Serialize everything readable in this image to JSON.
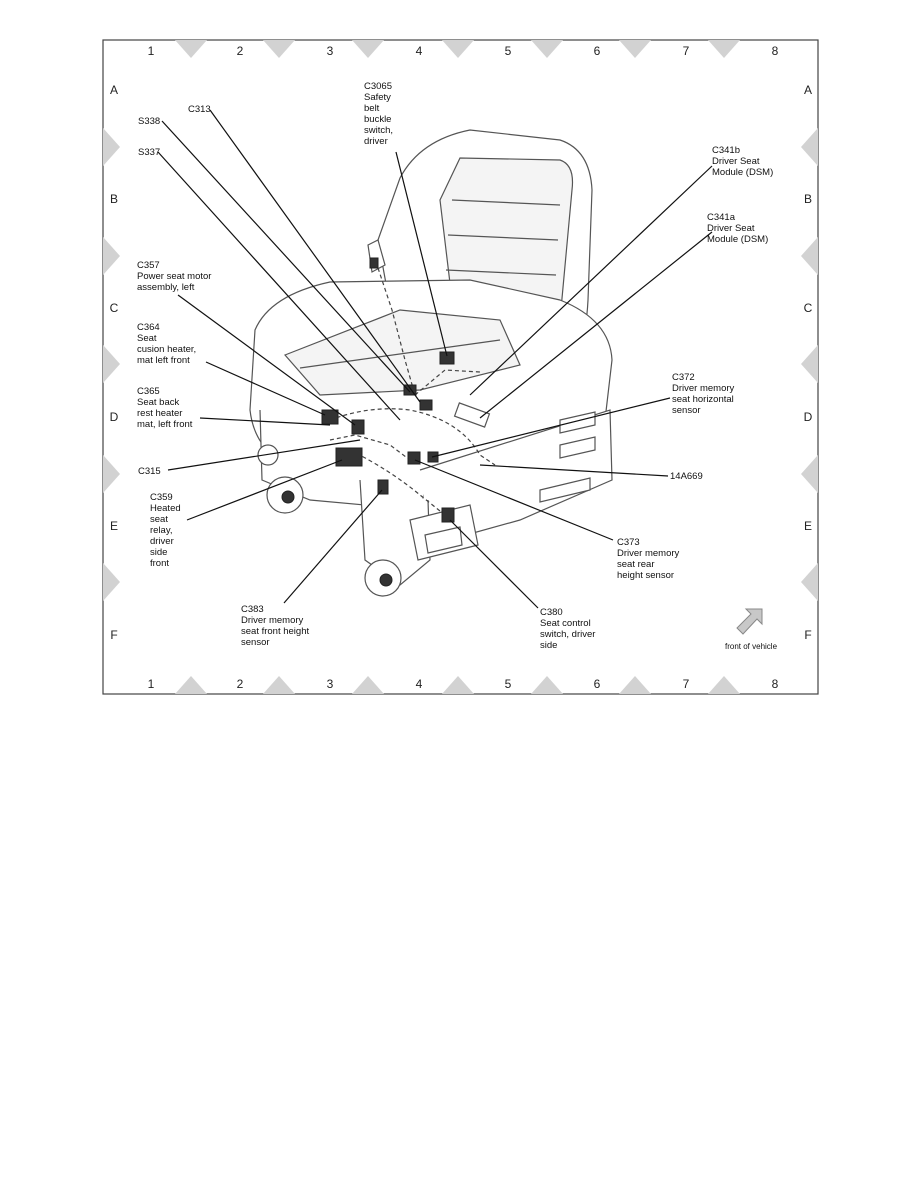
{
  "grid": {
    "columns": [
      "1",
      "2",
      "3",
      "4",
      "5",
      "6",
      "7",
      "8"
    ],
    "rows": [
      "A",
      "B",
      "C",
      "D",
      "E",
      "F"
    ]
  },
  "callouts": [
    {
      "id": "c3065",
      "lines": [
        "C3065",
        "Safety",
        "belt",
        "buckle",
        "switch,",
        "driver"
      ]
    },
    {
      "id": "c313",
      "lines": [
        "C313"
      ]
    },
    {
      "id": "s338",
      "lines": [
        "S338"
      ]
    },
    {
      "id": "s337",
      "lines": [
        "S337"
      ]
    },
    {
      "id": "c341b",
      "lines": [
        "C341b",
        "Driver Seat",
        "Module (DSM)"
      ]
    },
    {
      "id": "c341a",
      "lines": [
        "C341a",
        "Driver Seat",
        "Module (DSM)"
      ]
    },
    {
      "id": "c357",
      "lines": [
        "C357",
        "Power seat motor",
        "assembly, left"
      ]
    },
    {
      "id": "c364",
      "lines": [
        "C364",
        "Seat",
        "cusion heater,",
        "mat left front"
      ]
    },
    {
      "id": "c365",
      "lines": [
        "C365",
        "Seat back",
        "rest heater",
        "mat, left front"
      ]
    },
    {
      "id": "c372",
      "lines": [
        "C372",
        "Driver memory",
        "seat horizontal",
        "sensor"
      ]
    },
    {
      "id": "c315",
      "lines": [
        "C315"
      ]
    },
    {
      "id": "harness14a669",
      "lines": [
        "14A669"
      ]
    },
    {
      "id": "c359",
      "lines": [
        "C359",
        "Heated",
        "seat",
        "relay,",
        "driver",
        "side",
        "front"
      ]
    },
    {
      "id": "c373",
      "lines": [
        "C373",
        "Driver memory",
        "seat rear",
        "height sensor"
      ]
    },
    {
      "id": "c383",
      "lines": [
        "C383",
        "Driver memory",
        "seat front height",
        "sensor"
      ]
    },
    {
      "id": "c380",
      "lines": [
        "C380",
        "Seat control",
        "switch, driver",
        "side"
      ]
    }
  ],
  "orientation": {
    "label": "front of vehicle",
    "icon": "arrow-pointing-front-icon"
  }
}
